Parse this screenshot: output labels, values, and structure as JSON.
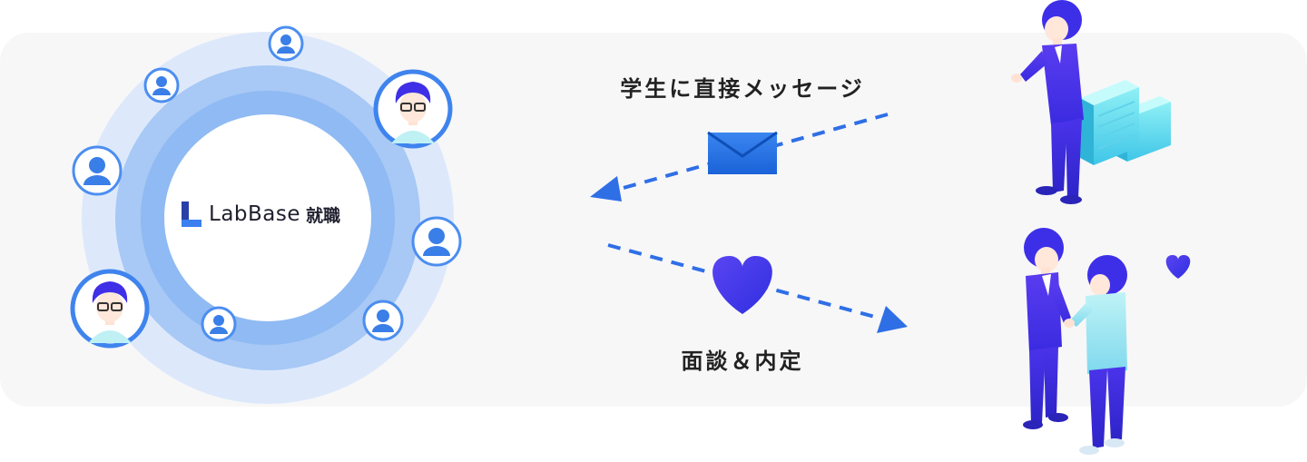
{
  "brand": {
    "name": "LabBase",
    "suffix": "就職"
  },
  "flow": {
    "message_label": "学生に直接メッセージ",
    "interview_label": "面談＆内定"
  },
  "icons": {
    "logo": "labbase-logo-icon",
    "envelope": "envelope-icon",
    "heart": "heart-icon",
    "user": "user-avatar-icon",
    "student": "student-avatar-icon",
    "buildings": "office-buildings-icon"
  },
  "colors": {
    "accent": "#2f6fe6",
    "ring_outer": "#d6e6fb",
    "ring_mid": "#a9c9f5",
    "ring_inner": "#8bb8f2",
    "heart": "#3b3bf0",
    "panel": "#f7f7f8"
  }
}
